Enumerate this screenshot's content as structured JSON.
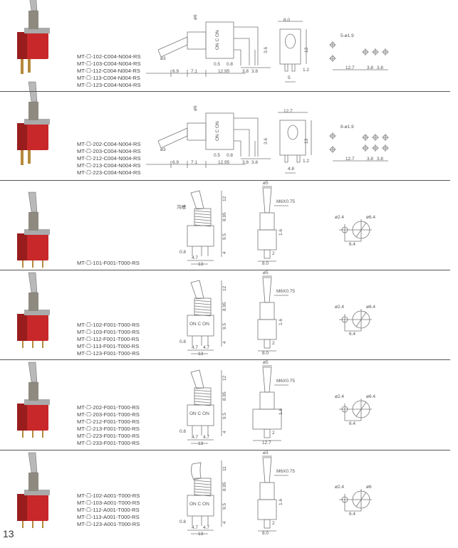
{
  "page_number": "13",
  "colors": {
    "body_red": "#c8282a",
    "line": "#777777",
    "metal": "#b9b9b9"
  },
  "rows": [
    {
      "type": "A",
      "icon": "toggle-switch-right-angle-photo",
      "parts": [
        "MT-☐-102-C004-N004-RS",
        "MT-☐-103-C004-N004-RS",
        "MT-☐-112-C004-N004-RS",
        "MT-☐-113-C004-N004-RS",
        "MT-☐-123-C004-N004-RS"
      ],
      "side_labels": {
        "d_bush": "ø6",
        "d_lever": "ø3",
        "a": "6.9",
        "b": "7.1",
        "c": "12.95",
        "d": "0.5",
        "e": "0.8",
        "f": "3.8",
        "g": "3.8",
        "h": "3.6",
        "mark": "ON C ON"
      },
      "front_labels": {
        "w": "8.0",
        "h": "13",
        "pin": "1.2",
        "pitch": "5"
      },
      "foot_labels": {
        "holes": "5-ø1.9",
        "a": "12.7",
        "b": "3.8",
        "c": "3.8"
      }
    },
    {
      "type": "A",
      "icon": "toggle-switch-right-angle-dpdt-photo",
      "parts": [
        "MT-☐-202-C004-N004-RS",
        "MT-☐-203-C004-N004-RS",
        "MT-☐-212-C004-N004-RS",
        "MT-☐-213-C004-N004-RS",
        "MT-☐-223-C004-N004-RS"
      ],
      "side_labels": {
        "d_bush": "ø6",
        "d_lever": "ø3",
        "a": "6.9",
        "b": "7.1",
        "c": "12.95",
        "d": "0.5",
        "e": "0.8",
        "f": "3.8",
        "g": "3.8",
        "h": "3.6",
        "mark": "ON C ON"
      },
      "front_labels": {
        "w": "12.7",
        "h": "13",
        "pin": "1.2",
        "pitch": "4.8"
      },
      "foot_labels": {
        "holes": "8-ø1.9",
        "a": "12.7",
        "b": "3.8",
        "c": "3.8"
      }
    },
    {
      "type": "B",
      "icon": "toggle-switch-spst-photo",
      "parts": [
        "MT-☐-101-F001-T000-RS"
      ],
      "v1_labels": {
        "lever": "12",
        "bush": "8.95",
        "body": "9.5",
        "pin": "4",
        "pw": "0.8",
        "pitch": "4.7",
        "pitch2": "",
        "width": "13",
        "groove": "沟槽",
        "mark": ""
      },
      "v2_labels": {
        "tip": "ø5",
        "thread": "M6X0.75",
        "step": "1.6",
        "pin": "2",
        "width": "8.0"
      },
      "foot_labels": {
        "small": "ø2.4",
        "big": "ø6.4",
        "dist": "6.4"
      }
    },
    {
      "type": "B",
      "icon": "toggle-switch-spdt-photo",
      "parts": [
        "MT-☐-102-F001-T000-RS",
        "MT-☐-103-F001-T000-RS",
        "MT-☐-112-F001-T000-RS",
        "MT-☐-113-F001-T000-RS",
        "MT-☐-123-F001-T000-RS"
      ],
      "v1_labels": {
        "lever": "12",
        "bush": "8.95",
        "body": "9.5",
        "pin": "4",
        "pw": "0.8",
        "pitch": "4.7",
        "pitch2": "4.7",
        "width": "13",
        "groove": "",
        "mark": "ON C ON"
      },
      "v2_labels": {
        "tip": "ø5",
        "thread": "M6X0.75",
        "step": "1.6",
        "pin": "2",
        "width": "8.0"
      },
      "foot_labels": {
        "small": "ø2.4",
        "big": "ø6.4",
        "dist": "6.4"
      }
    },
    {
      "type": "B",
      "icon": "toggle-switch-dpdt-photo",
      "parts": [
        "MT-☐-202-F001-T000-RS",
        "MT-☐-203-F001-T000-RS",
        "MT-☐-212-F001-T000-RS",
        "MT-☐-213-F001-T000-RS",
        "MT-☐-223-F001-T000-RS",
        "MT-☐-233-F001-T000-RS"
      ],
      "v1_labels": {
        "lever": "12",
        "bush": "8.95",
        "body": "9.5",
        "pin": "4",
        "pw": "0.8",
        "pitch": "4.7",
        "pitch2": "4.7",
        "width": "13",
        "groove": "",
        "mark": "ON C ON"
      },
      "v2_labels": {
        "tip": "ø5",
        "thread": "M6X0.75",
        "step": "1.6",
        "pin": "2",
        "width": "12.7"
      },
      "foot_labels": {
        "small": "ø2.4",
        "big": "ø6.4",
        "dist": "6.4"
      }
    },
    {
      "type": "B",
      "icon": "toggle-switch-bat-lever-photo",
      "parts": [
        "MT-☐-102-A001-T000-RS",
        "MT-☐-103-A001-T000-RS",
        "MT-☐-112-A001-T000-RS",
        "MT-☐-113-A001-T000-RS",
        "MT-☐-123-A001-T000-RS"
      ],
      "v1_labels": {
        "lever": "11",
        "bush": "8.95",
        "body": "9.5",
        "pin": "4",
        "pw": "0.8",
        "pitch": "4.7",
        "pitch2": "4.7",
        "width": "13",
        "groove": "",
        "mark": "ON C ON"
      },
      "v2_labels": {
        "tip": "ø3",
        "thread": "M6X0.75",
        "step": "1.6",
        "pin": "2",
        "width": "8.0"
      },
      "foot_labels": {
        "small": "ø2.4",
        "big": "ø6",
        "dist": "6.4"
      }
    }
  ]
}
